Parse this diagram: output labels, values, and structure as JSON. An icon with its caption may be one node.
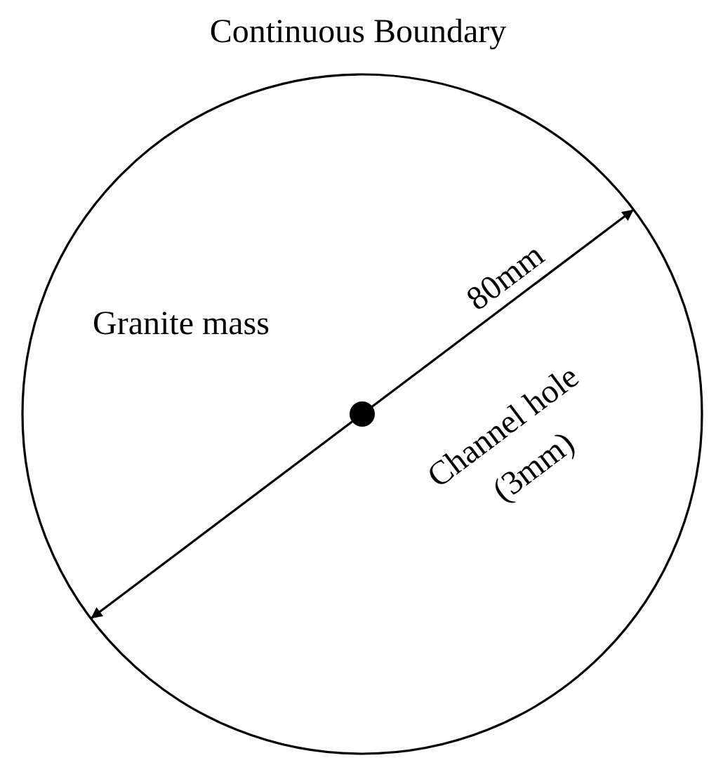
{
  "diagram": {
    "nodes": [
      {
        "text": [
          "Continuous Boundary",
          "Granite mass"
        ]
      },
      {
        "text": [
          "Channel hole (3mm)"
        ],
        "in": 0
      }
    ],
    "labels": [
      "80mm"
    ]
  }
}
